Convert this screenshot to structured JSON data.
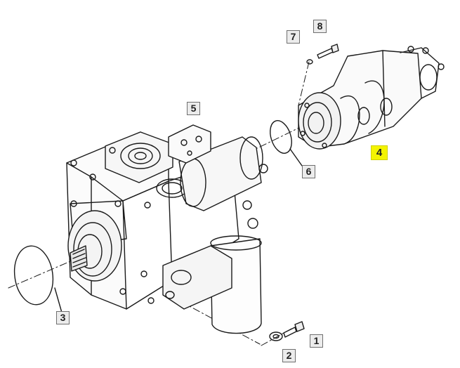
{
  "diagram": {
    "callouts": [
      {
        "id": "1",
        "label": "1"
      },
      {
        "id": "2",
        "label": "2"
      },
      {
        "id": "3",
        "label": "3"
      },
      {
        "id": "4",
        "label": "4",
        "highlighted": true
      },
      {
        "id": "5",
        "label": "5"
      },
      {
        "id": "6",
        "label": "6"
      },
      {
        "id": "7",
        "label": "7"
      },
      {
        "id": "8",
        "label": "8"
      }
    ],
    "highlight_color": "#f4f400",
    "line_color": "#1a1a1a"
  }
}
